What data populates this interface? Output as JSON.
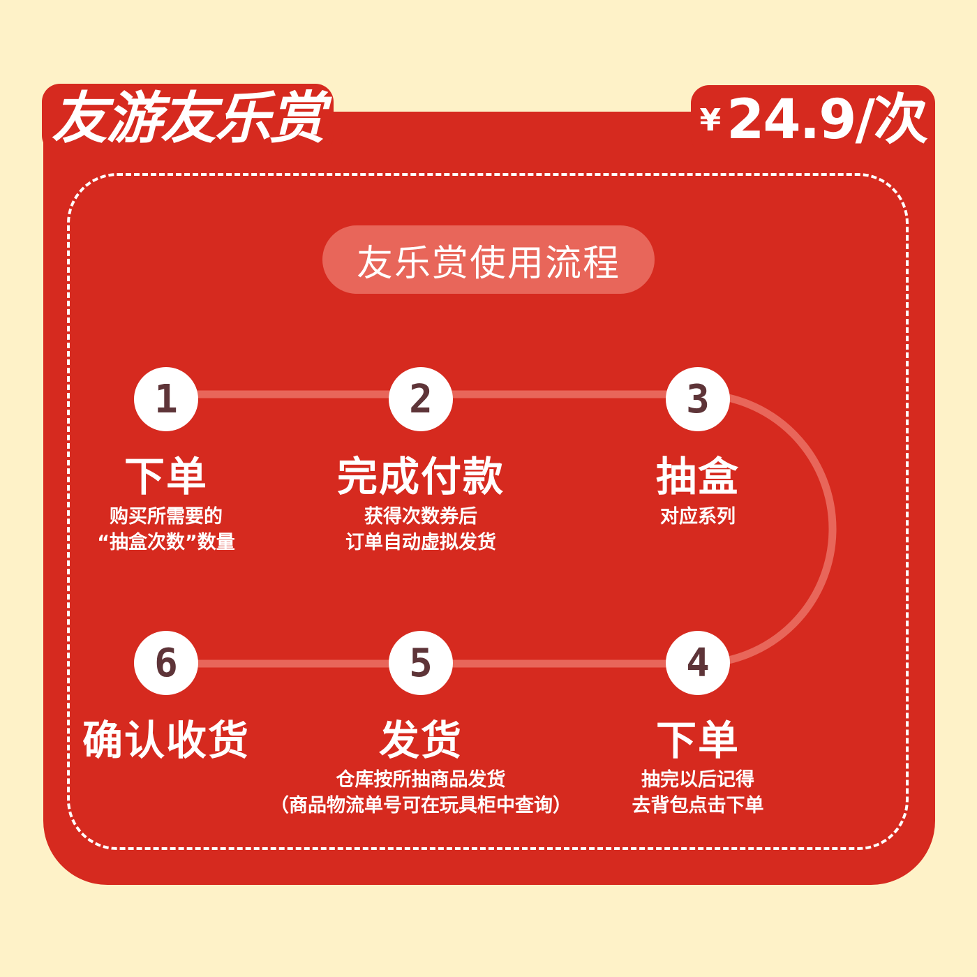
{
  "header": {
    "brand_title": "友游友乐赏",
    "price_symbol": "¥",
    "price_value": "24.9/次"
  },
  "section": {
    "pill_label": "友乐赏使用流程"
  },
  "steps": [
    {
      "number": "1",
      "title": "下单",
      "desc_line1": "购买所需要的",
      "desc_line2": "“抽盒次数”数量"
    },
    {
      "number": "2",
      "title": "完成付款",
      "desc_line1": "获得次数券后",
      "desc_line2": "订单自动虚拟发货"
    },
    {
      "number": "3",
      "title": "抽盒",
      "desc_line1": "对应系列",
      "desc_line2": ""
    },
    {
      "number": "4",
      "title": "下单",
      "desc_line1": "抽完以后记得",
      "desc_line2": "去背包点击下单"
    },
    {
      "number": "5",
      "title": "发货",
      "desc_line1": "仓库按所抽商品发货",
      "desc_line2": "（商品物流单号可在玩具柜中查询）"
    },
    {
      "number": "6",
      "title": "确认收货",
      "desc_line1": "",
      "desc_line2": ""
    }
  ],
  "colors": {
    "background": "#FEF2C8",
    "card_red": "#D62A1F",
    "accent_salmon": "#E8665A",
    "number_brown": "#5E3438",
    "text_white": "#FFFFFF"
  }
}
